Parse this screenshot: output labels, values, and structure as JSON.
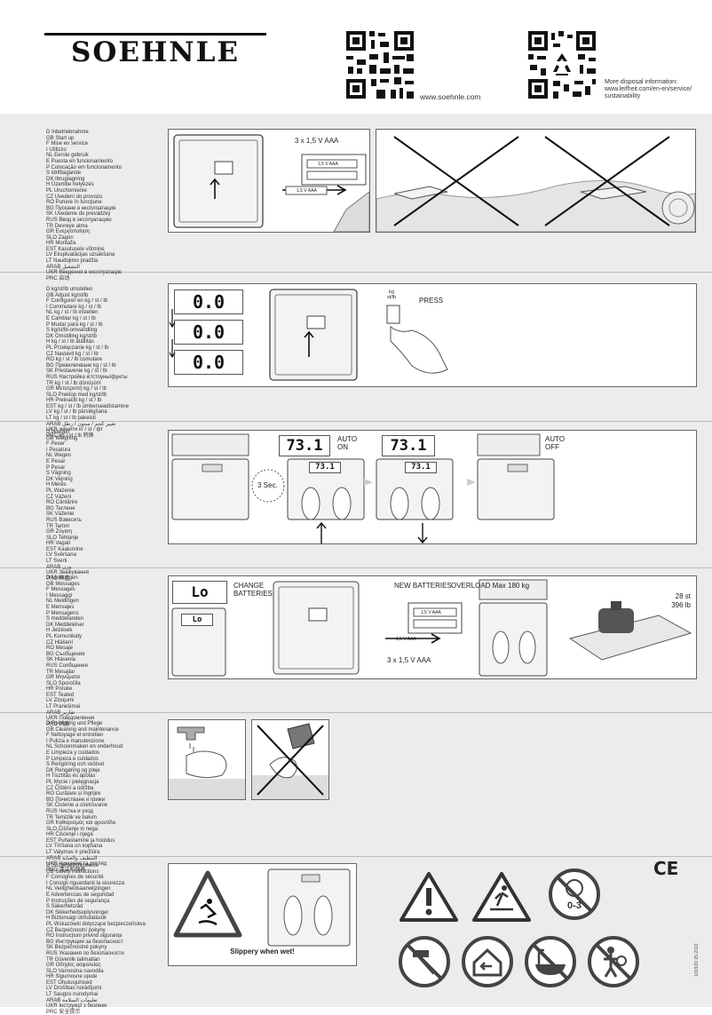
{
  "header": {
    "brand": "SOEHNLE",
    "website": "www.soehnle.com",
    "disposal_info": [
      "More disposal information:",
      "www.leifheit.com/en-en/service/",
      "sustainability"
    ]
  },
  "sections": [
    {
      "id": "startup",
      "languages": "D Inbetriebnahme\nGB Start up\nF Mise en service\nI Utilizzo\nNL Eerste gebruik\nE Puesta en funcionamiento\nP Colocação em funcionamento\nS Idrifttagande\nDK Ibrugtagning\nH Üzembe helyezés\nPL Uruchomienie\nCZ Uvedení do provozu\nRO Punere în funcțiune\nBG Пускане в експлоатация\nSK Uvedenie do prevádzky\nRUS Ввод в эксплуатацию\nTR Devreye alma\nGR Ενεργοποίηση\nSLO Zagon\nHR Montaža\nEST Kasutusele võtmine\nLV Ekspluatācijas uzsākšana\nLT Naudojimo pradžia\nARAB التشغيل\nUKR Введення в експлуатацію\nPRC 启动",
      "battery_label": "3 x 1,5 V AAA",
      "cell_label": "1,5 V AAA"
    },
    {
      "id": "units",
      "languages": "D kg/st/lb umstellen\nGB Adjust kg/st/lb\nF Configurer en kg / st / lb\nI Commutare kg / st / lb\nNL kg / st / lb instellen\nE Cambiar kg / st / lb\nP Mudar para kg / st / lb\nS kg/st/lb-omvandling\nDK Omstilling kg/st/lb\nH kg / st / lb átállítás\nPL Przełączanie kg / st / lb\nCZ Nastavit kg / st / lb\nRO kg / st / lb comutare\nBG Превключване kg / st / lb\nSK Prestavenie kg / st / lb\nRUS Настройка кг/стоуны/фунты\nTR kg / st / lb dönüşüm\nGR Μετατροπή kg / st / lb\nSLO Preklop med kg/st/lb\nHR Preinačiti kg / st / lb\nEST kg / st / lb ümberseadistamine\nLV kg / st / lb pārslēgšana\nLT kg / st / lb pakeisti\nARAB تغيير كجم / ستون / رطل\nUKR змінити кг / st / фт\nPRC kg / st / lb 转换",
      "displays": [
        "0.0",
        "0.0",
        "0.0"
      ],
      "key_label": "kg\nst/lb",
      "press_label": "PRESS"
    },
    {
      "id": "weighing",
      "languages": "D Wiegen\nGB Weighing\nF Peser\nI Pesatura\nNL Wegen\nE Pesar\nP Pesar\nS Vägning\nDK Vejning\nH Mérés\nPL Ważenie\nCZ Vážení\nRO Cântărire\nBG Теглене\nSK Váženie\nRUS Взвесить\nTR Tartım\nGR Ζύγιση\nSLO Tehtanje\nHR Vagati\nEST Kaalumine\nLV Svēršana\nLT Sverti\nARAB وزن\nUKR Зважування\nPRC 称重",
      "readout": "73.1",
      "auto_on": [
        "AUTO",
        "ON"
      ],
      "auto_off": [
        "AUTO",
        "OFF"
      ],
      "delay": "3 Sec."
    },
    {
      "id": "messages",
      "languages": "D Meldungen\nGB Messages\nF Messages\nI Messaggi\nNL Meldingen\nE Mensajes\nP Mensagens\nS meddelanden\nDK Meddelelser\nH Jelzések\nPL Komunikaty\nCZ Hlášení\nRO Mesaje\nBG Съобщения\nSK Hlásenia\nRUS Сообщения\nTR Mesajlar\nGR Μηνύματα\nSLO Sporočila\nHR Poruke\nEST Teated\nLV Ziņojumi\nLT Pranešimai\nARAB تقارير\nUKR Повідомлення\nPRC 消息",
      "low": "Lo",
      "change": [
        "CHANGE",
        "BATTERIES"
      ],
      "new_batteries": "NEW BATTERIES",
      "overload": "OVERLOAD Max 180 kg",
      "max_st": "28 st",
      "max_lb": "396 lb",
      "battery_label": "3 x 1,5 V AAA",
      "cell_label": "1,5 V AAA"
    },
    {
      "id": "care",
      "languages": "D Reinigung und Pflege\nGB Cleaning and maintenance\nF Nettoyage et entretien\nI Pulizia e manutenzione\nNL Schoonmaken en onderhoud\nE Limpieza y cuidados\nP Limpeza e cuidados\nS Rengöring och skötsel\nDK Rengøring og pleje\nH Tisztítás és ápolás\nPL Mycie i pielęgnacja\nCZ Čištění a údržba\nRO Curățare și îngrijire\nBG Почистване и грижи\nSK Čistenie a ošetrovanie\nRUS Чистка и уход\nTR Temizlik ve bakım\nGR Καθαρισμός και φροντίδα\nSLO Čiščenje in nega\nHR Čišćenje i njega\nEST Puhastamine ja hooldus\nLV Tīrīšana un kopšana\nLT Valymas ir priežiūra\nARAB التنظيف والعناية\nUKR Чищення та догляд\nPRC 清洁和保养"
    },
    {
      "id": "safety",
      "languages": "D Sicherheitshinweise\nGB Safety instructions\nF Consignes de sécurité\nI Consigli riguardanti la sicurezza\nNL Veiligheidsaanwijzingen\nE Advertencias de seguridad\nP Instruções de segurança\nS Säkerhetsråd\nDK Sikkerhedsoplysninger\nH Biztonsági útmutatások\nPL Wskazówki dotyczące bezpieczeństwa\nCZ Bezpečnostní pokyny\nRO Instrucțiuni privind siguranța\nBG Инструкции за безопасност\nSK Bezpečnostné pokyny\nRUS Указания по безопасности\nTR Güvenlik talimatları\nGR Οδηγίες ασφαλείας\nSLO Varnostna navodila\nHR Sigurnosne upute\nEST Ohutusjuhised\nLV Drošības norādījumi\nLT Saugos nurodymai\nARAB تعليمات السلامة\nUKR Інструкції з безпеки\nPRC 安全提示",
      "slippery": "Slippery when wet!",
      "age": "0-3",
      "ce": "CE",
      "doc_code": "1003/20   05.2022"
    }
  ]
}
